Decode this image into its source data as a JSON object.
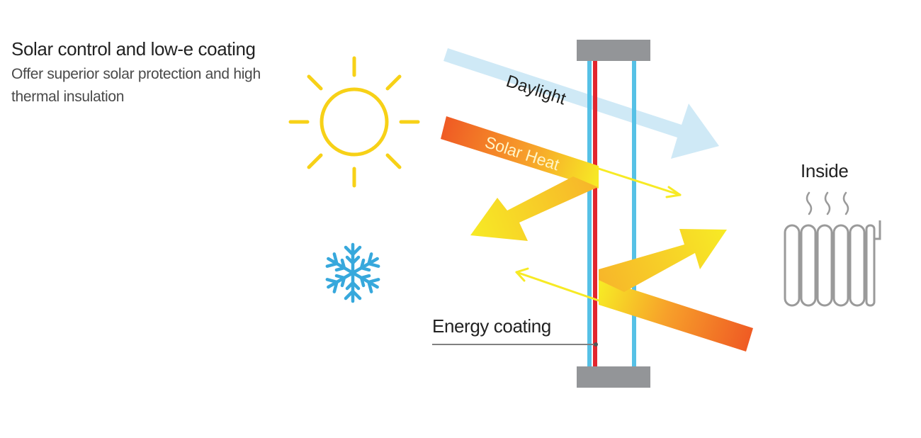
{
  "header": {
    "title": "Solar control and low-e coating",
    "subtitle": "Offer superior solar protection and high thermal insulation"
  },
  "labels": {
    "daylight": "Daylight",
    "solar_heat": "Solar Heat",
    "inside": "Inside",
    "energy_coating": "Energy coating"
  },
  "icons": {
    "sun": "sun-icon",
    "snowflake": "snowflake-icon",
    "radiator": "radiator-icon"
  },
  "colors": {
    "sun": "#f7d117",
    "snowflake": "#37a8dc",
    "glass": "#56c1e6",
    "coating": "#e2262e",
    "frame": "#939598",
    "daylight": "#cfe9f6",
    "heat_hot": "#ef5a24",
    "heat_warm": "#f7ea25",
    "radiator": "#9a9a9a"
  }
}
